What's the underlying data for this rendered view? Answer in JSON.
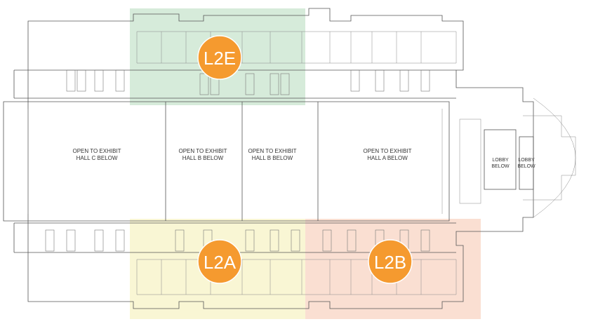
{
  "halls": [
    {
      "label_line1": "OPEN TO EXHIBIT",
      "label_line2": "HALL C BELOW"
    },
    {
      "label_line1": "OPEN TO EXHIBIT",
      "label_line2": "HALL B BELOW"
    },
    {
      "label_line1": "OPEN TO EXHIBIT",
      "label_line2": "HALL B BELOW"
    },
    {
      "label_line1": "OPEN TO EXHIBIT",
      "label_line2": "HALL A BELOW"
    }
  ],
  "lobbies": [
    {
      "label_line1": "LOBBY",
      "label_line2": "BELOW"
    },
    {
      "label_line1": "LOBBY",
      "label_line2": "BELOW"
    }
  ],
  "zones": [
    {
      "label": "L2E",
      "color": "#cfe7d3"
    },
    {
      "label": "L2A",
      "color": "#f8f5cf"
    },
    {
      "label": "L2B",
      "color": "#fadccd"
    }
  ],
  "marker_color": "#f59a2f"
}
